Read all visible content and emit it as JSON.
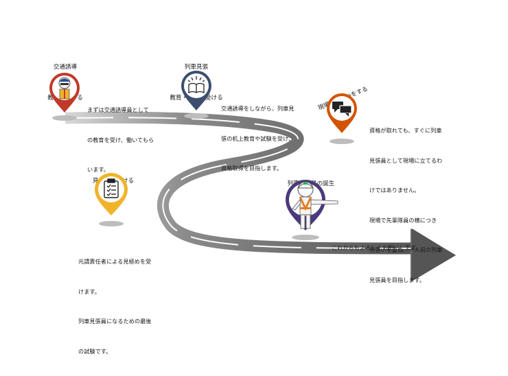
{
  "steps": [
    {
      "label_lines": [
        "交通誘導",
        "教育を受ける"
      ],
      "color": "#c0392b",
      "icon": "guard-icon",
      "desc_lines": [
        "まずは交通誘導員として",
        "の教育を受け、働いてもら",
        "います。"
      ]
    },
    {
      "label_lines": [
        "列車見張",
        "教育・試験を受ける"
      ],
      "color": "#3d4f6e",
      "icon": "book-icon",
      "desc_lines": [
        "交通誘導をしながら、列車見",
        "張の机上教育や試験を受け、",
        "資格取得を目指します。"
      ]
    },
    {
      "label_lines": [
        "現場で見習いをする"
      ],
      "color": "#d35400",
      "icon": "chat-icon",
      "desc_lines": [
        "資格が取れても、すぐに列車",
        "見張員として現場に立てるわ",
        "けではありません。",
        "現場で先輩隊員の横につき",
        "見習いを重ね、一人前の列車",
        "見張員を目指します。"
      ]
    },
    {
      "label_lines": [
        "見極めを受ける"
      ],
      "color": "#f0b429",
      "icon": "clipboard-icon",
      "desc_lines": [
        "元請責任者による見極めを受",
        "けます。",
        "列車見張員になるための最後",
        "の試験です。"
      ]
    },
    {
      "label_lines": [
        "列車見張員の誕生"
      ],
      "color": "#4a3a7a",
      "icon": "worker-icon",
      "desc_lines": [
        "これからもよろしくお願いします。"
      ]
    }
  ]
}
